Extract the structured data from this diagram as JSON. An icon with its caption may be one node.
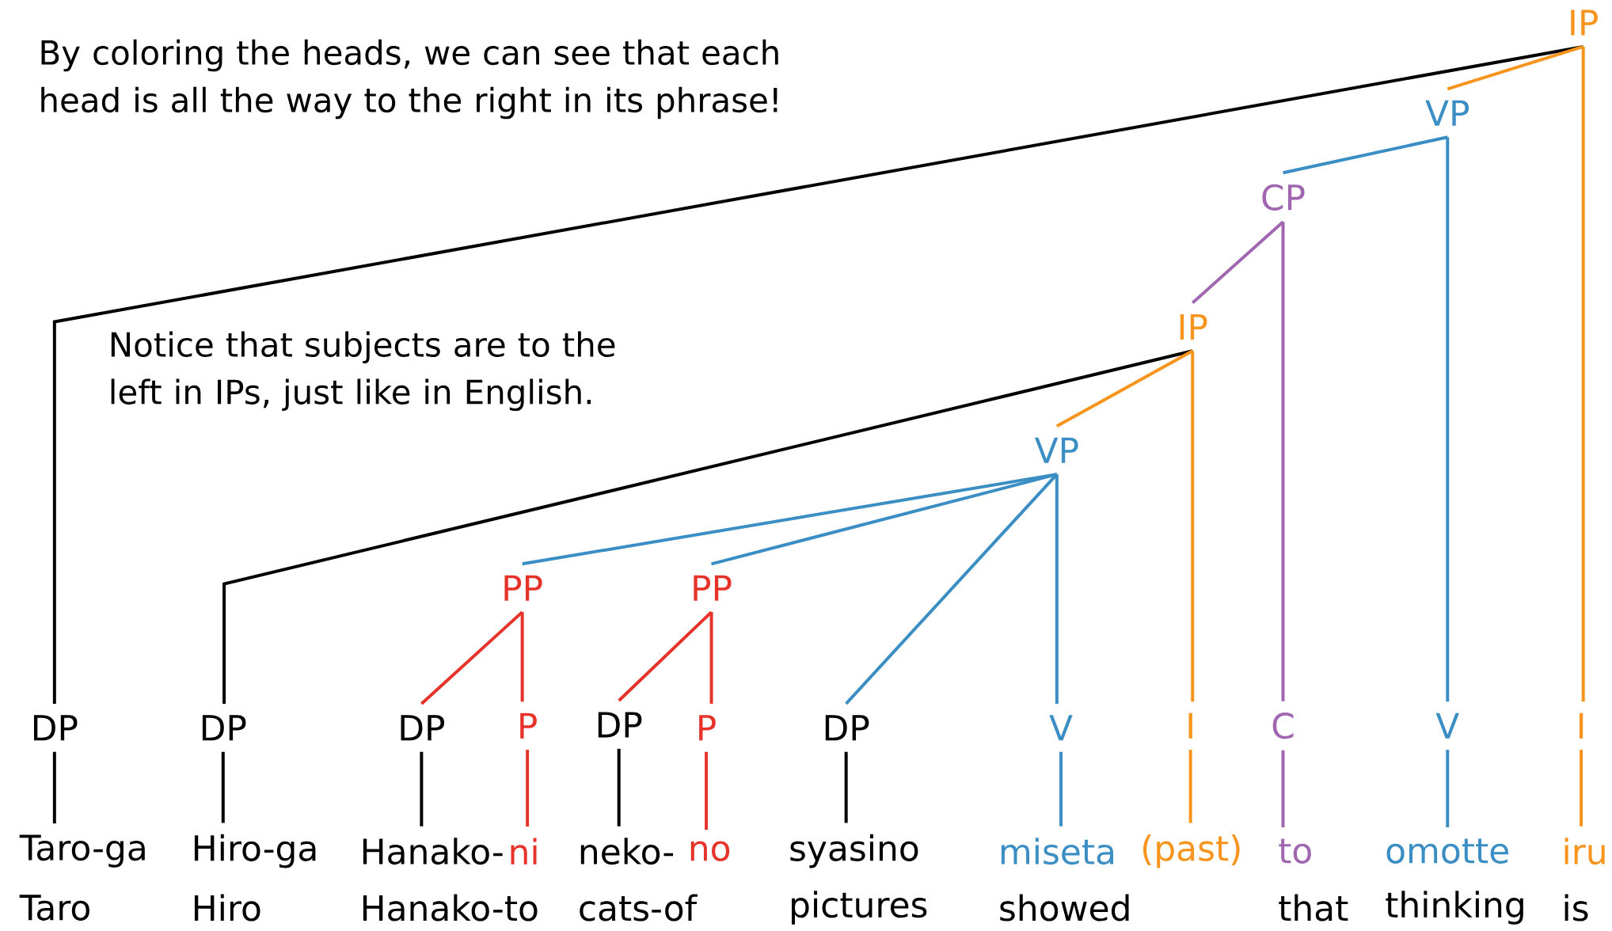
{
  "diagram": {
    "nodes": [
      {
        "text": [
          "IP"
        ]
      },
      {
        "text": [
          "VP"
        ]
      },
      {
        "text": [
          "CP"
        ]
      },
      {
        "text": [
          "IP"
        ]
      },
      {
        "text": [
          "VP"
        ]
      },
      {
        "text": [
          "PP"
        ]
      },
      {
        "text": [
          "PP"
        ]
      },
      {
        "text": [
          "DP"
        ]
      },
      {
        "text": [
          "DP"
        ]
      },
      {
        "text": [
          "DP"
        ]
      },
      {
        "text": [
          "P"
        ]
      },
      {
        "text": [
          "DP"
        ]
      },
      {
        "text": [
          "P"
        ]
      },
      {
        "text": [
          "DP"
        ]
      },
      {
        "text": [
          "V"
        ]
      },
      {
        "text": [
          "I"
        ]
      },
      {
        "text": [
          "C"
        ]
      },
      {
        "text": [
          "V"
        ]
      },
      {
        "text": [
          "I"
        ]
      },
      {
        "text": [
          "Taro-ga"
        ]
      },
      {
        "text": [
          "Hiro-ga"
        ]
      },
      {
        "text": [
          "Hanako-"
        ]
      },
      {
        "text": [
          "ni"
        ]
      },
      {
        "text": [
          "neko-"
        ]
      },
      {
        "text": [
          "no"
        ]
      },
      {
        "text": [
          "syasino"
        ]
      },
      {
        "text": [
          "miseta"
        ]
      },
      {
        "text": [
          "(past)"
        ]
      },
      {
        "text": [
          "to"
        ]
      },
      {
        "text": [
          "omotte"
        ]
      },
      {
        "text": [
          "iru"
        ]
      }
    ],
    "edges": [
      {
        "from": 0,
        "to": 7,
        "arrow": "none",
        "color": "#000000"
      },
      {
        "from": 0,
        "to": 1,
        "arrow": "none",
        "color": "#f7941d"
      },
      {
        "from": 0,
        "to": 18,
        "arrow": "none",
        "color": "#f7941d"
      },
      {
        "from": 1,
        "to": 2,
        "arrow": "none",
        "color": "#3b8ec4"
      },
      {
        "from": 1,
        "to": 17,
        "arrow": "none",
        "color": "#3b8ec4"
      },
      {
        "from": 2,
        "to": 3,
        "arrow": "none",
        "color": "#a066b0"
      },
      {
        "from": 2,
        "to": 16,
        "arrow": "none",
        "color": "#a066b0"
      },
      {
        "from": 3,
        "to": 8,
        "arrow": "none",
        "color": "#000000"
      },
      {
        "from": 3,
        "to": 4,
        "arrow": "none",
        "color": "#f7941d"
      },
      {
        "from": 3,
        "to": 15,
        "arrow": "none",
        "color": "#f7941d"
      },
      {
        "from": 4,
        "to": 5,
        "arrow": "none",
        "color": "#3b8ec4"
      },
      {
        "from": 4,
        "to": 6,
        "arrow": "none",
        "color": "#3b8ec4"
      },
      {
        "from": 4,
        "to": 13,
        "arrow": "none",
        "color": "#3b8ec4"
      },
      {
        "from": 4,
        "to": 14,
        "arrow": "none",
        "color": "#3b8ec4"
      },
      {
        "from": 5,
        "to": 9,
        "arrow": "none",
        "color": "#e5332a"
      },
      {
        "from": 5,
        "to": 10,
        "arrow": "none",
        "color": "#e5332a"
      },
      {
        "from": 6,
        "to": 11,
        "arrow": "none",
        "color": "#e5332a"
      },
      {
        "from": 6,
        "to": 12,
        "arrow": "none",
        "color": "#e5332a"
      },
      {
        "from": 7,
        "to": 19,
        "arrow": "none",
        "color": "#000000"
      },
      {
        "from": 8,
        "to": 20,
        "arrow": "none",
        "color": "#000000"
      },
      {
        "from": 9,
        "to": 21,
        "arrow": "none",
        "color": "#000000"
      },
      {
        "from": 10,
        "to": 22,
        "arrow": "none",
        "color": "#e5332a"
      },
      {
        "from": 11,
        "to": 23,
        "arrow": "none",
        "color": "#000000"
      },
      {
        "from": 12,
        "to": 24,
        "arrow": "none",
        "color": "#e5332a"
      },
      {
        "from": 13,
        "to": 25,
        "arrow": "none",
        "color": "#000000"
      },
      {
        "from": 14,
        "to": 26,
        "arrow": "none",
        "color": "#3b8ec4"
      },
      {
        "from": 15,
        "to": 27,
        "arrow": "none",
        "color": "#f7941d"
      },
      {
        "from": 16,
        "to": 28,
        "arrow": "none",
        "color": "#a066b0"
      },
      {
        "from": 17,
        "to": 29,
        "arrow": "none",
        "color": "#3b8ec4"
      },
      {
        "from": 18,
        "to": 30,
        "arrow": "none",
        "color": "#f7941d"
      }
    ],
    "labels": [
      "By coloring the heads, we can see that each head is all the way to the right in its phrase!",
      "Notice that subjects are to the left in IPs, just like in English.",
      "Taro",
      "Hiro",
      "Hanako-to",
      "cats-of",
      "pictures",
      "showed",
      "that",
      "thinking",
      "is"
    ]
  }
}
